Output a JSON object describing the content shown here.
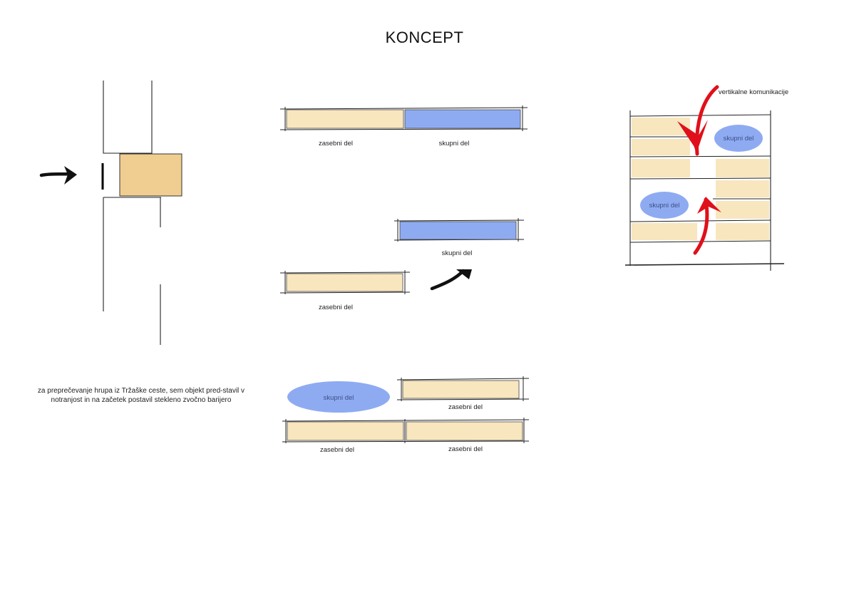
{
  "title": "KONCEPT",
  "note": "za preprečevanje hrupa iz Tržaške ceste, sem objekt pred-stavil v notranjost in na začetek postavil stekleno zvočno barijero",
  "labels": {
    "private": "zasebni del",
    "shared": "skupni del",
    "vertical": "vertikalne komunikacije"
  },
  "colors": {
    "private": "#f8e6bf",
    "shared": "#8eabf2",
    "entrance_block": "#f0cd90",
    "arrow_red": "#e0101a",
    "line": "#222222"
  }
}
